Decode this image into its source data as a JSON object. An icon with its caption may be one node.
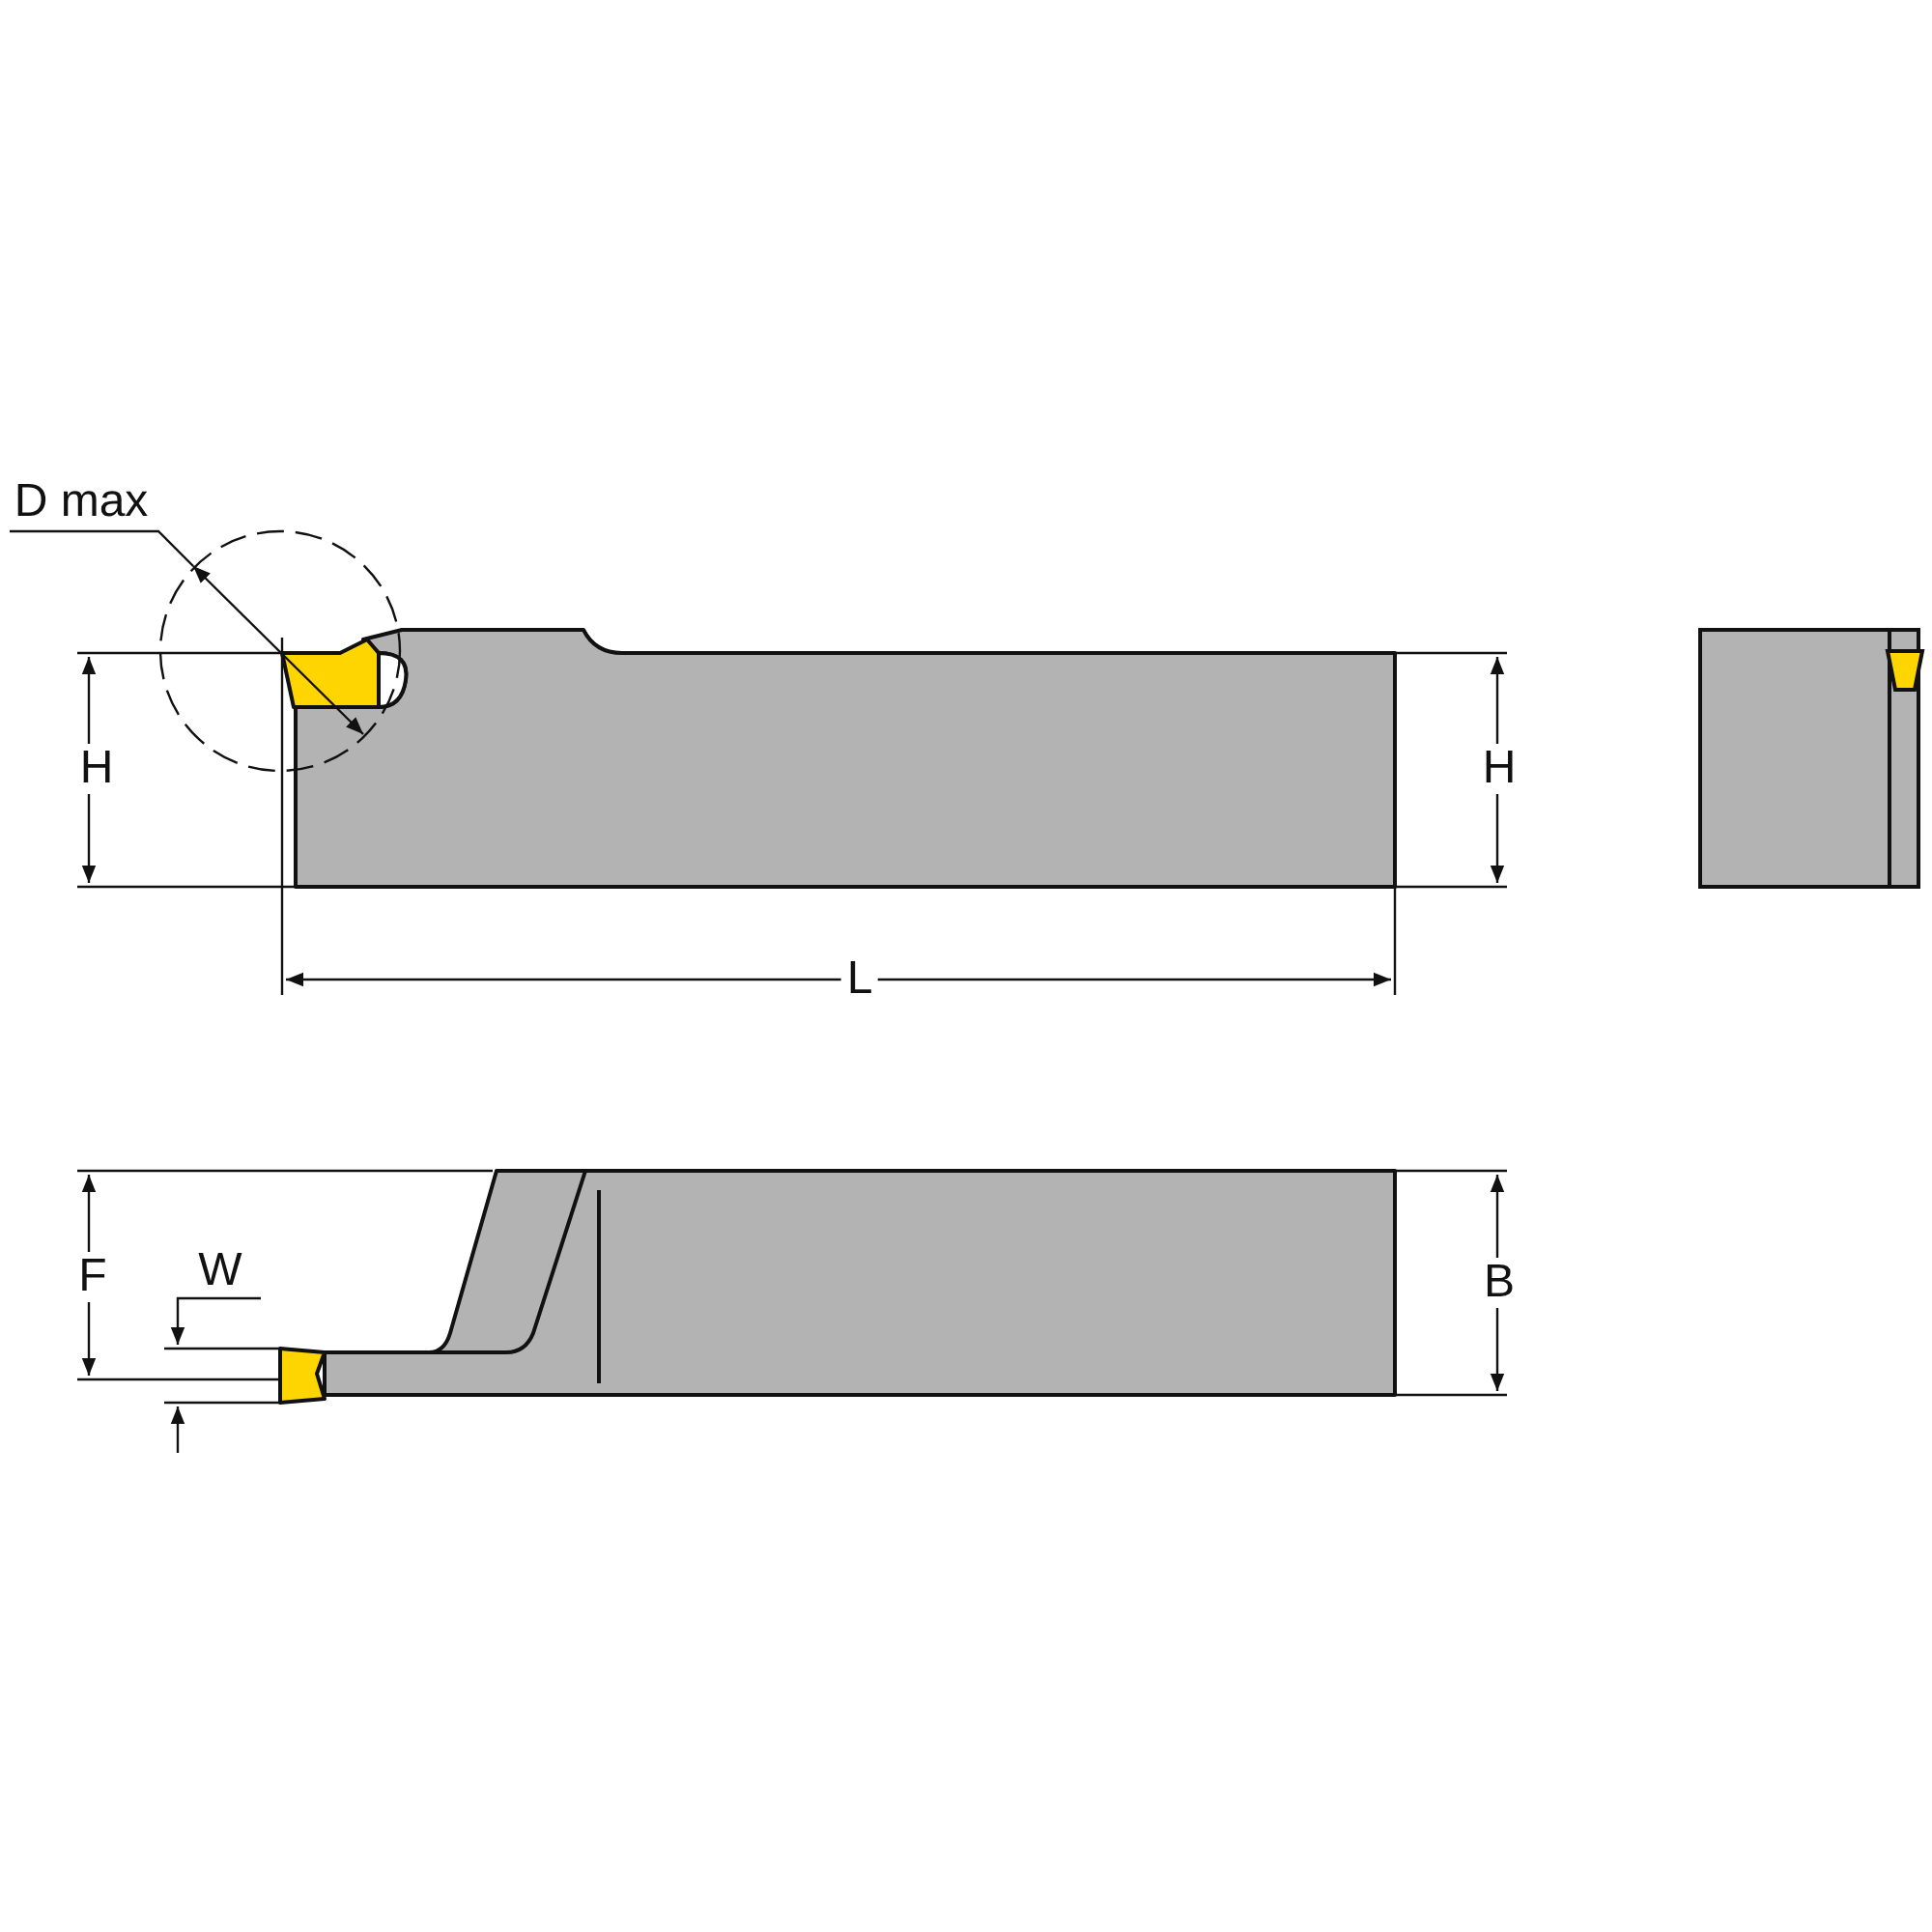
{
  "diagram": {
    "labels": [
      "D max",
      "H",
      "H",
      "L",
      "F",
      "W",
      "B"
    ]
  }
}
